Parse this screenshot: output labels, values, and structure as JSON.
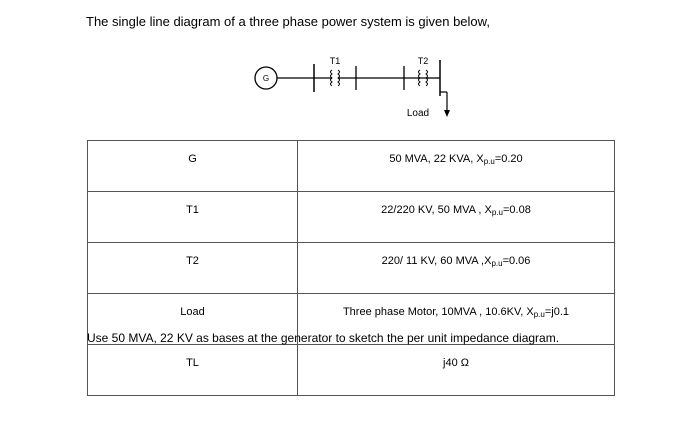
{
  "intro": "The single line diagram of a three phase power system is given below,",
  "diagram": {
    "generator_label": "G",
    "t1_label": "T1",
    "t2_label": "T2",
    "load_label": "Load"
  },
  "rows": [
    {
      "name": "G",
      "value_pre": "50 MVA, 22 KVA, X",
      "value_sub": "p.u",
      "value_post": "=0.20"
    },
    {
      "name": "T1",
      "value_pre": "22/220 KV, 50 MVA , X",
      "value_sub": "p.u",
      "value_post": "=0.08"
    },
    {
      "name": "T2",
      "value_pre": "220/ 11 KV, 60 MVA ,X",
      "value_sub": "p.u",
      "value_post": "=0.06"
    },
    {
      "name": "Load",
      "value_pre": "Three phase Motor, 10MVA , 10.6KV, X",
      "value_sub": "p.u",
      "value_post": "=j0.1"
    },
    {
      "name": "TL",
      "value_pre": "j40 Ω",
      "value_sub": "",
      "value_post": ""
    }
  ],
  "footer": "Use 50 MVA, 22 KV as bases at the generator to sketch the per unit impedance diagram."
}
